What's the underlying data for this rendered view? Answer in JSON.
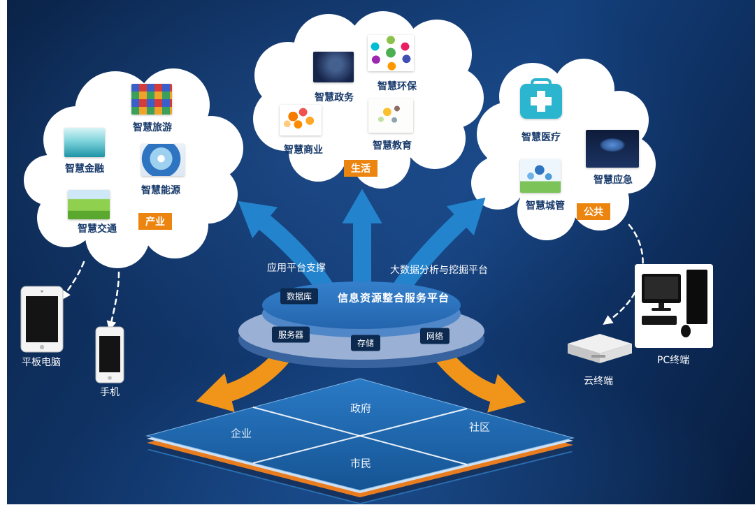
{
  "clouds": {
    "left": {
      "tag": "产业",
      "items": [
        {
          "label": "智慧金融"
        },
        {
          "label": "智慧旅游"
        },
        {
          "label": "智慧能源"
        },
        {
          "label": "智慧交通"
        }
      ]
    },
    "center": {
      "tag": "生活",
      "items": [
        {
          "label": "智慧政务"
        },
        {
          "label": "智慧环保"
        },
        {
          "label": "智慧商业"
        },
        {
          "label": "智慧教育"
        }
      ]
    },
    "right": {
      "tag": "公共",
      "items": [
        {
          "label": "智慧医疗"
        },
        {
          "label": "智慧应急"
        },
        {
          "label": "智慧城管"
        }
      ]
    }
  },
  "platform": {
    "left_caption": "应用平台支撑",
    "right_caption": "大数据分析与挖掘平台",
    "database_label": "数据库",
    "title": "信息资源整合服务平台",
    "server_label": "服务器",
    "storage_label": "存储",
    "network_label": "网络"
  },
  "base": {
    "top": "政府",
    "left": "企业",
    "right": "社区",
    "bottom": "市民"
  },
  "devices": {
    "tablet": "平板电脑",
    "phone": "手机",
    "cloud_terminal": "云终端",
    "pc_terminal": "PC终端"
  },
  "colors": {
    "background": "#0e3065",
    "cloud": "#ffffff",
    "up_arrow": "#2383cc",
    "down_arrow": "#f0941a",
    "tag_bg": "#ec8510",
    "platform_top": "#2e74c0",
    "platform_band": "#9ab0d4",
    "base_top": "#1e6cb5",
    "base_edge": "#e87c1f",
    "cloud_label_text": "#17396a"
  }
}
